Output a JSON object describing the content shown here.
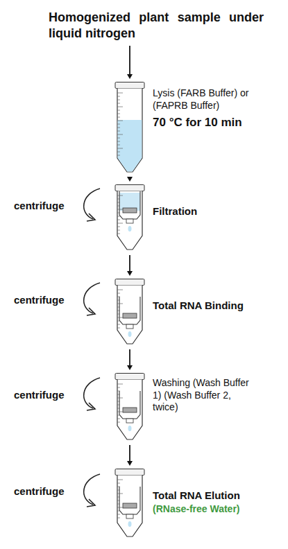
{
  "diagram": {
    "nodes": [
      {
        "text": [
          "Homogenized plant sample under liquid nitrogen"
        ]
      },
      {
        "text": [
          "Lysis (FARB Buffer) or (FAPRB Buffer)",
          "70 °C for 10 min"
        ]
      },
      {
        "text": [
          "Filtration"
        ]
      },
      {
        "text": [
          "Total RNA Binding"
        ]
      },
      {
        "text": [
          "Washing (Wash Buffer 1) (Wash Buffer 2, twice)"
        ]
      },
      {
        "text": [
          "Total RNA Elution",
          "(RNase-free Water)"
        ]
      }
    ],
    "edges": [
      {
        "from": 0,
        "to": 1,
        "arrow": "to"
      },
      {
        "from": 1,
        "to": 2,
        "arrow": "to"
      },
      {
        "from": 2,
        "to": 3,
        "arrow": "to"
      },
      {
        "from": 3,
        "to": 4,
        "arrow": "to"
      },
      {
        "from": 4,
        "to": 5,
        "arrow": "to"
      }
    ],
    "labels": [
      "centrifuge",
      "centrifuge",
      "centrifuge",
      "centrifuge"
    ]
  }
}
